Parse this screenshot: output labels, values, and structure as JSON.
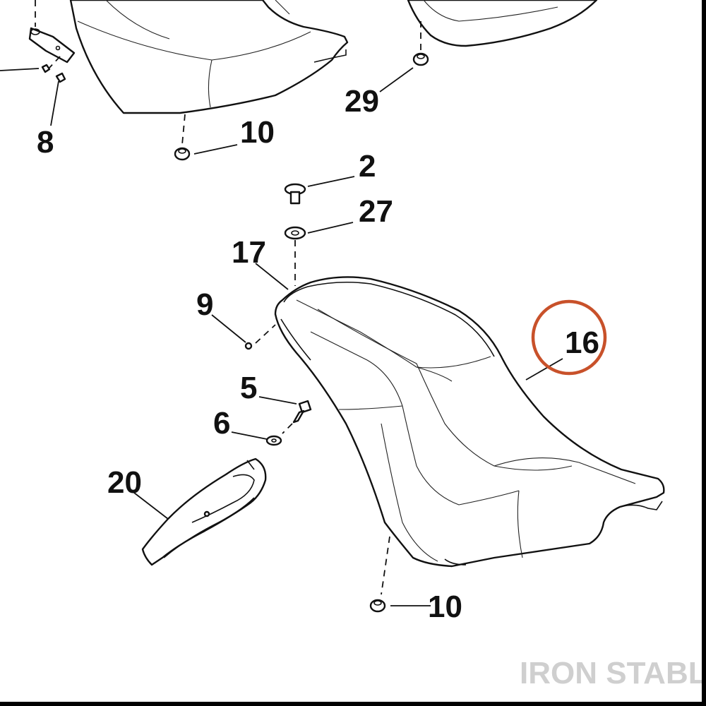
{
  "callouts": {
    "c8": "8",
    "c10_top": "10",
    "c29": "29",
    "c2": "2",
    "c27": "27",
    "c17": "17",
    "c9": "9",
    "c16": "16",
    "c5": "5",
    "c6": "6",
    "c20": "20",
    "c10_bottom": "10"
  },
  "highlight": {
    "part": "16",
    "color": "#c8512a"
  },
  "watermark": "IRON STABLE"
}
